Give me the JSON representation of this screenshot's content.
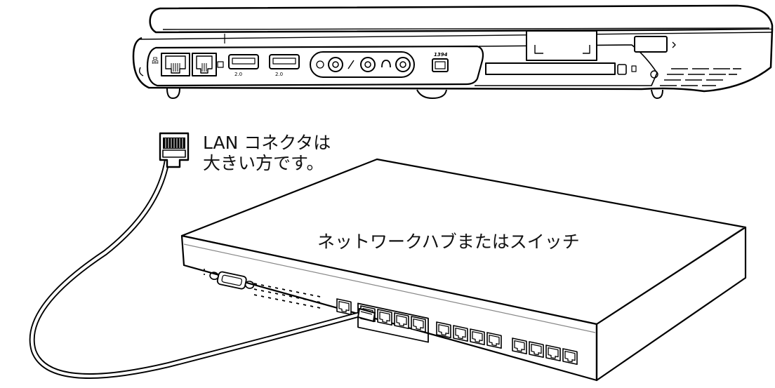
{
  "callout": {
    "line1": "LAN コネクタは",
    "line2": "大きい方です。"
  },
  "hub": {
    "label": "ネットワークハブまたはスイッチ"
  },
  "laptop": {
    "usb_label_1": "2.0",
    "usb_label_2": "2.0",
    "firewire_label": "1394"
  }
}
